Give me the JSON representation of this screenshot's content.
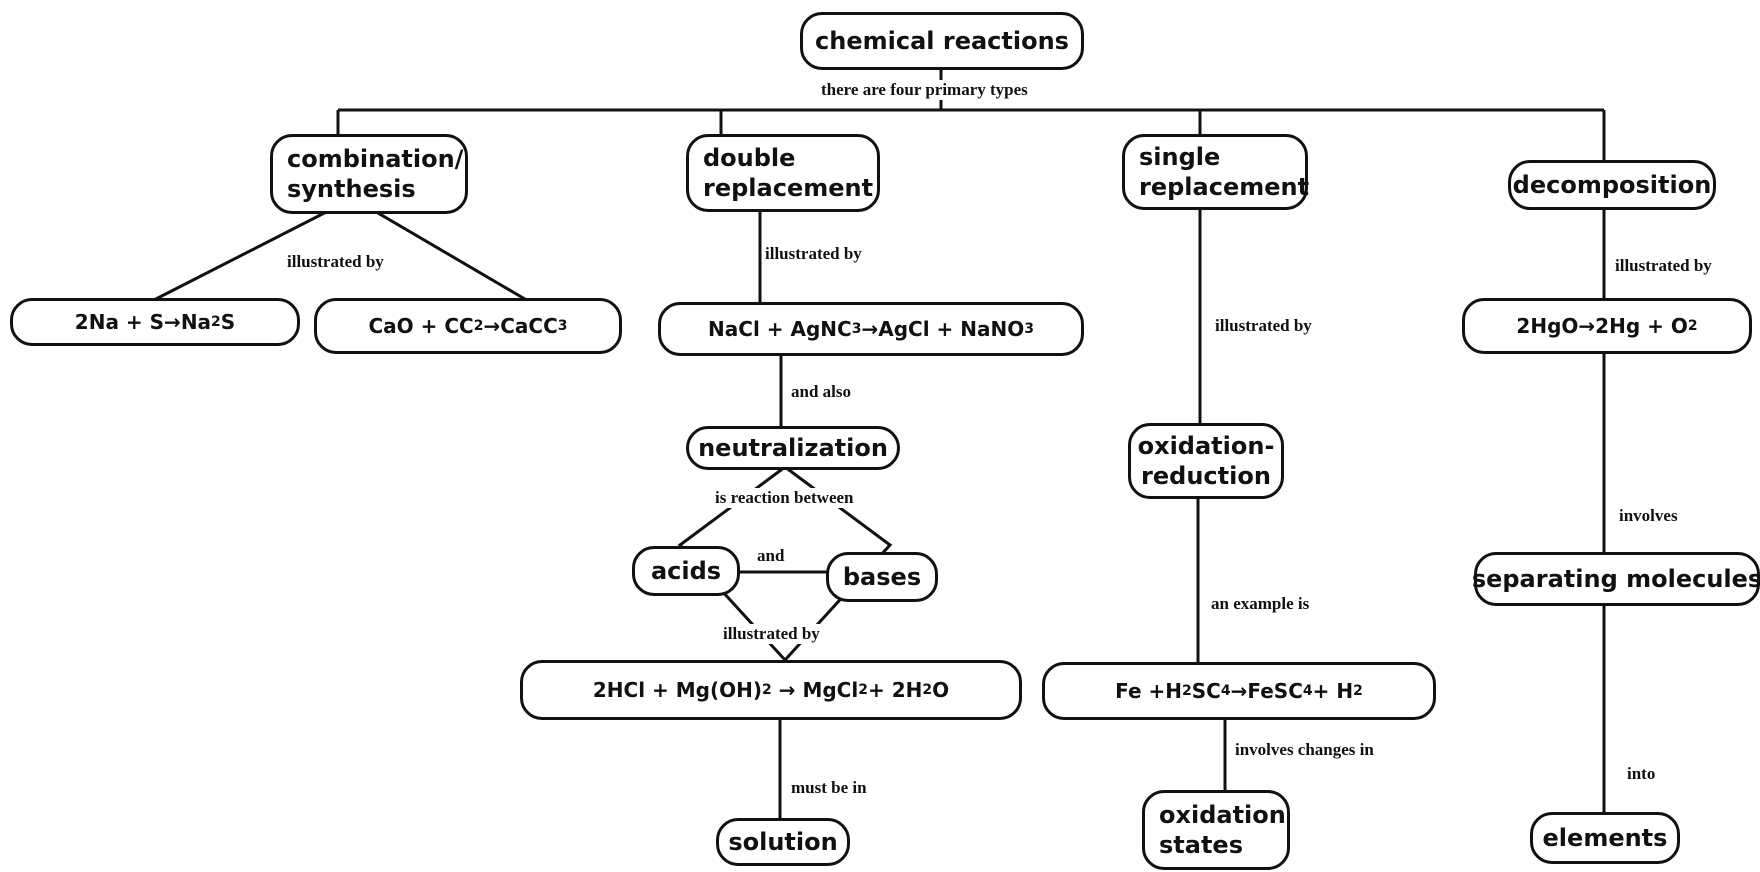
{
  "nodes": {
    "root": "chemical reactions",
    "combination": "combination/ synthesis",
    "double": "double replacement",
    "single": "single replacement",
    "decomposition": "decomposition",
    "eq_na": [
      "2Na + S ",
      "Na",
      "2",
      "S"
    ],
    "eq_cao": [
      "CaO + CC",
      "2",
      "CaCC",
      "3"
    ],
    "eq_nacl": [
      "NaCl + AgNC",
      "3",
      "AgCl + NaNO",
      "3"
    ],
    "eq_hgo": [
      "2HgO ",
      "2Hg + O",
      "2"
    ],
    "neutralization": "neutralization",
    "acids": "acids",
    "bases": "bases",
    "eq_hcl": [
      "2HCl + Mg(OH)",
      "2",
      "MgCl",
      "2",
      " + 2H",
      "2",
      "O"
    ],
    "solution": "solution",
    "oxred": "oxidation- reduction",
    "eq_fe": [
      "Fe + ",
      "H",
      "2",
      "SC",
      "4",
      "FeSC",
      "4",
      " + H",
      "2"
    ],
    "oxstates": "oxidation states",
    "separating": "separating molecules",
    "elements": "elements"
  },
  "labels": {
    "four_types": "there are four primary types",
    "ill_comb": "illustrated by",
    "ill_double": "illustrated by",
    "ill_single": "illustrated by",
    "ill_decomp": "illustrated by",
    "and_also": "and also",
    "is_reaction": "is reaction between",
    "and": "and",
    "ill_neut": "illustrated by",
    "must_be": "must be in",
    "example": "an example is",
    "involves_changes": "involves changes in",
    "involves": "involves",
    "into": "into"
  }
}
